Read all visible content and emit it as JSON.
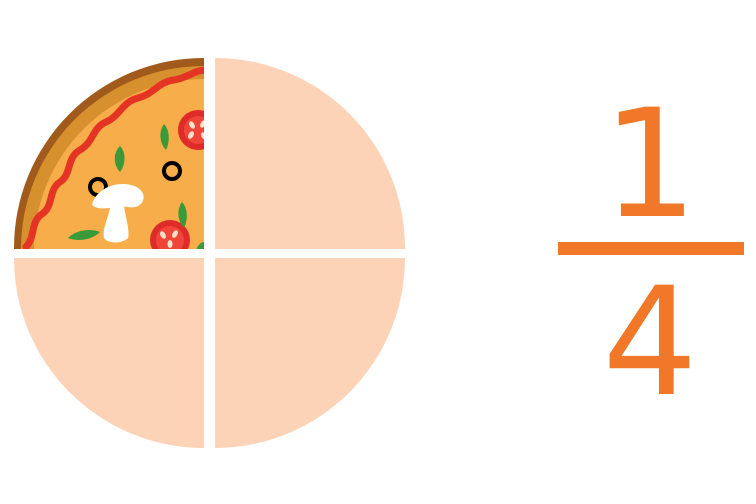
{
  "fraction": {
    "numerator": "1",
    "denominator": "4",
    "value": 0.25
  },
  "pizza": {
    "total_slices": 4,
    "filled_slices": 1,
    "filled_position": "top-left"
  },
  "colors": {
    "fraction_orange": "#f07828",
    "empty_slice": "#fdd3b8",
    "crust": "#a05a1c",
    "crust_inner": "#d7902e",
    "cheese": "#f7ad4a",
    "sauce": "#e63424",
    "tomato": "#e02b2b",
    "basil": "#3a9a3a",
    "olive": "#000000",
    "mushroom": "#ffffff"
  },
  "icons": {
    "pizza_slice": "pizza-slice-icon",
    "tomato": "tomato-slice-icon",
    "olive": "olive-icon",
    "mushroom": "mushroom-icon",
    "basil": "basil-leaf-icon"
  }
}
